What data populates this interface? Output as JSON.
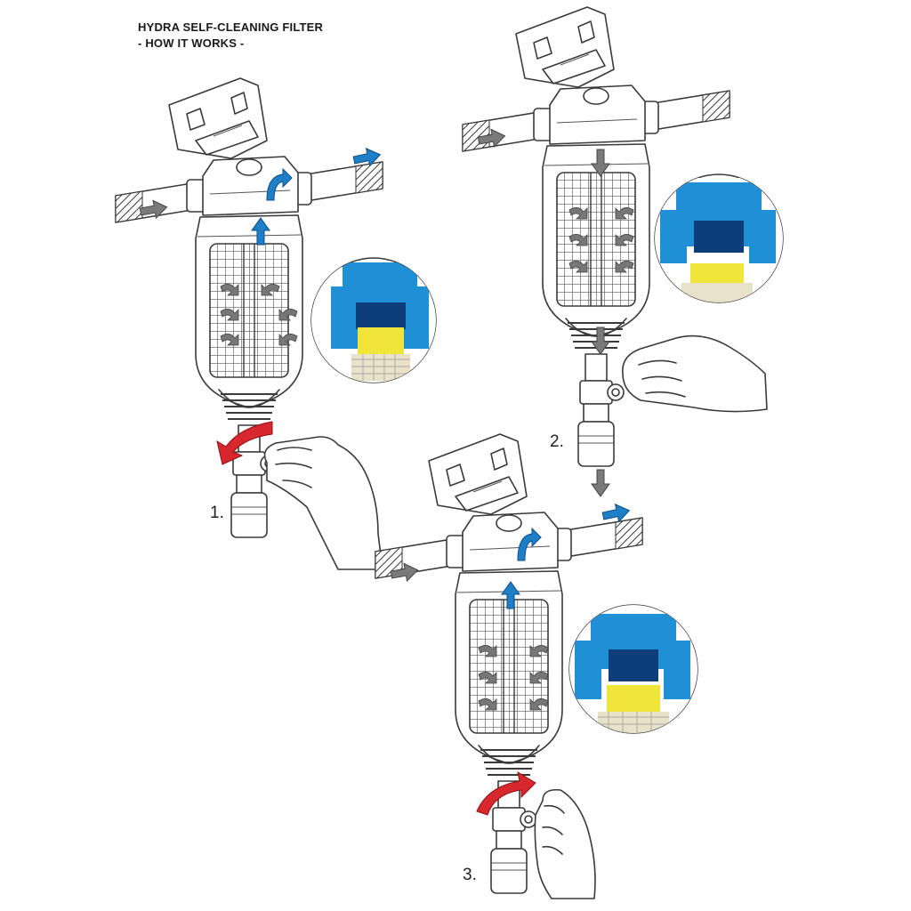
{
  "header": {
    "title_line1": "HYDRA SELF-CLEANING FILTER",
    "title_line2": "- HOW IT WORKS -"
  },
  "steps": [
    {
      "label": "1."
    },
    {
      "label": "2."
    },
    {
      "label": "3."
    }
  ],
  "colors": {
    "flow_arrow": "#1e7ec8",
    "debris_arrow": "#777777",
    "turn_arrow": "#d8282d",
    "detail_blue": "#1f8fd6",
    "detail_yellow": "#f2e53a"
  },
  "icons": {
    "flow": "blue-flow-arrow",
    "debris": "gray-swirl-arrow",
    "valve_turn": "red-curved-arrow",
    "hand": "hand-icon"
  }
}
